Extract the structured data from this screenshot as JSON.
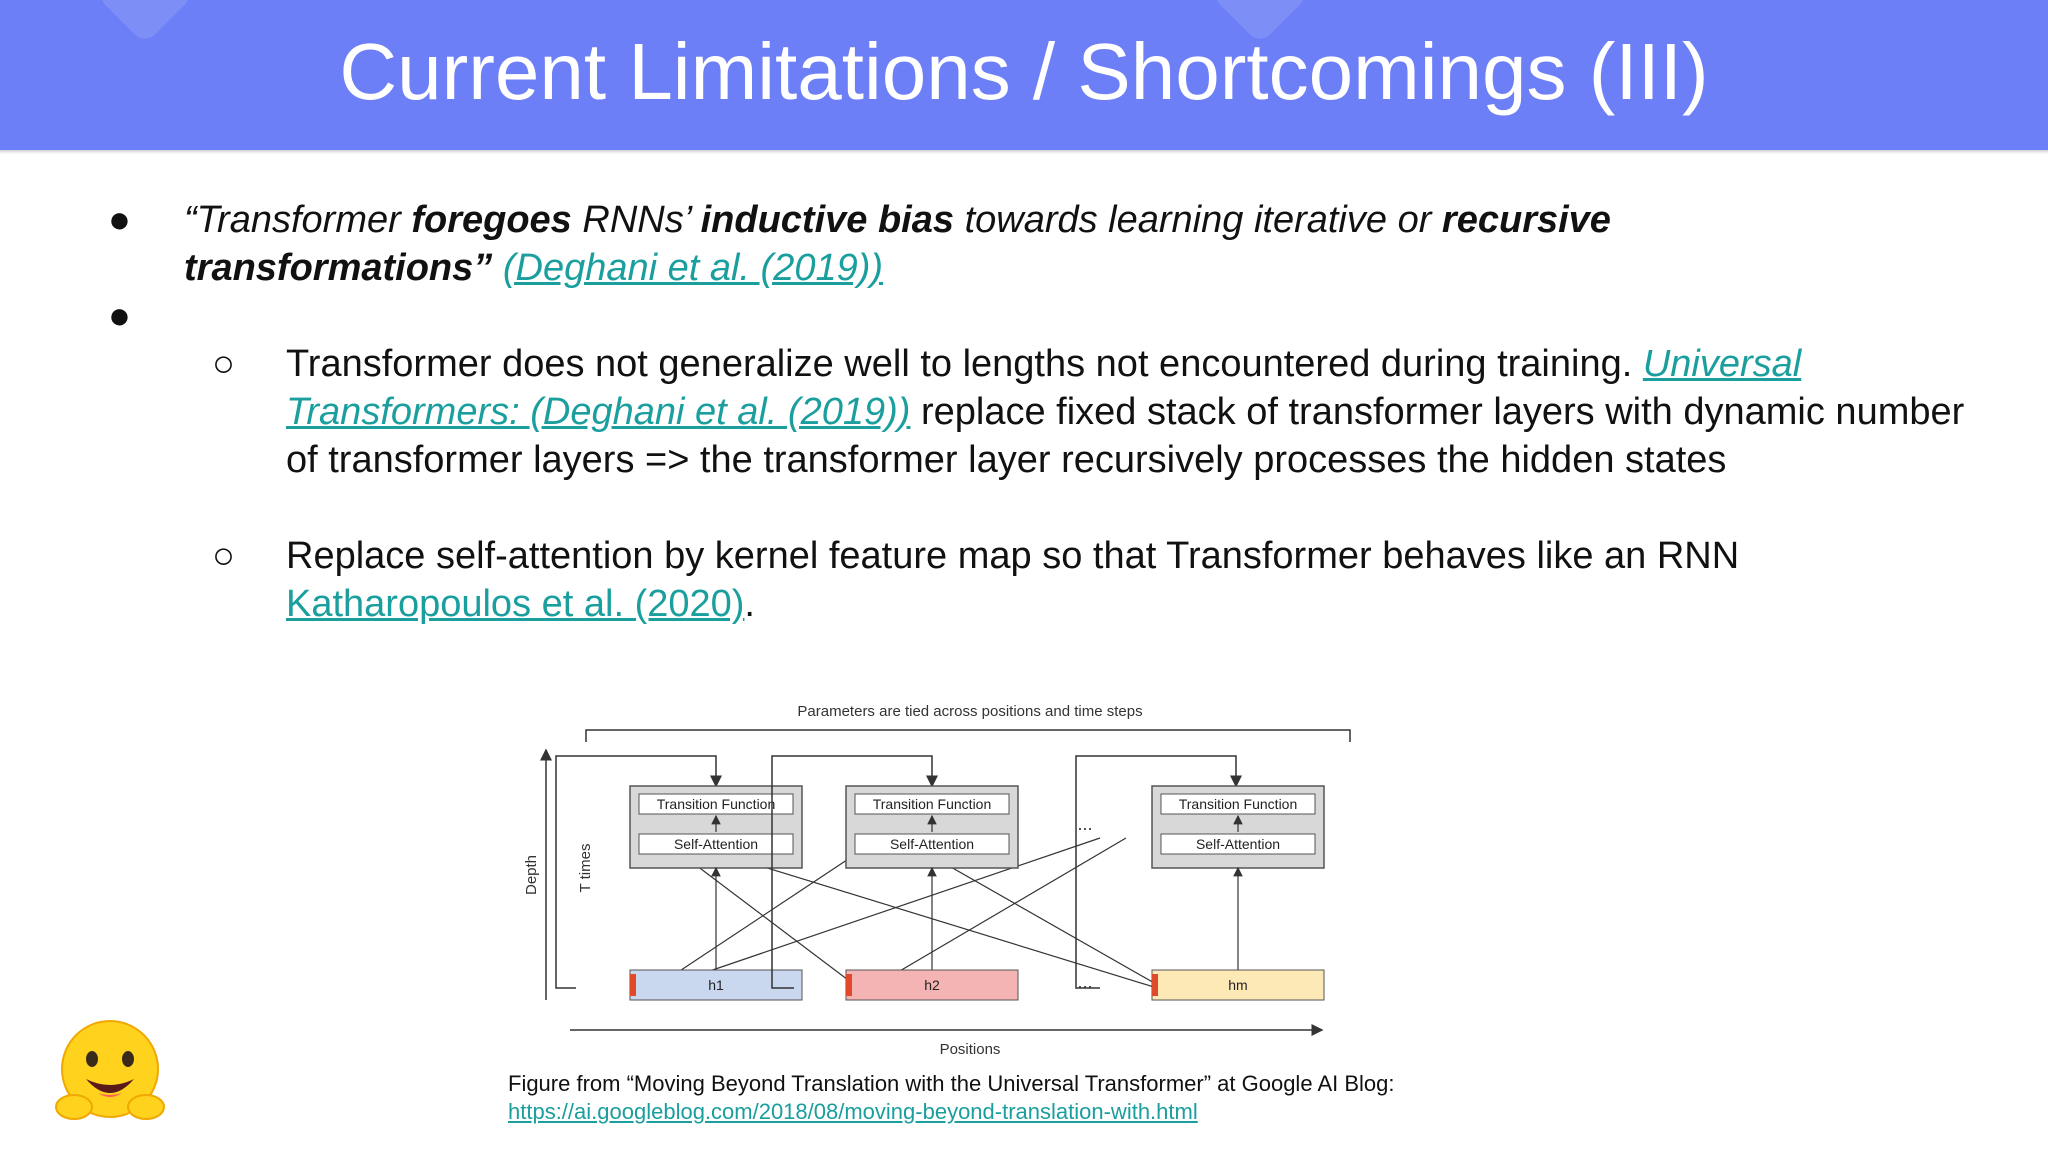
{
  "slide": {
    "title": "Current Limitations / Shortcomings (III)"
  },
  "bullets": {
    "b1": {
      "marker": "●",
      "quote_open": "“Transformer ",
      "w_foregoes": "foregoes",
      "t_rnns": " RNNs’ ",
      "w_bias": "inductive bias",
      "t_towards": " towards learning iterative or ",
      "w_recursive": "recursive transformations”",
      "space": " ",
      "link": "(Deghani et al. (2019))"
    },
    "b2": {
      "marker": "●"
    },
    "sub1": {
      "marker": "○",
      "text_a": "Transformer does not generalize well to lengths not encountered during training. ",
      "link": "Universal Transformers: (Deghani et al. (2019))",
      "text_b": " replace fixed stack of transformer layers with dynamic number of transformer layers => the transformer layer recursively processes the hidden states"
    },
    "sub2": {
      "marker": "○",
      "text_a": "Replace self-attention by kernel feature map so that Transformer behaves like an RNN ",
      "link": "Katharopoulos et al. (2020)",
      "text_b": "."
    }
  },
  "figure": {
    "top_label": "Parameters are tied across positions and time steps",
    "depth_label": "Depth",
    "t_times_label": "T times",
    "positions_label": "Positions",
    "transition_label": "Transition Function",
    "attention_label": "Self-Attention",
    "ellipsis": "...",
    "h_labels": [
      "h1",
      "h2",
      "hm"
    ],
    "h_colors": [
      "#c9d7ef",
      "#f5b4b4",
      "#fde9b6"
    ]
  },
  "caption": {
    "line1": "Figure from “Moving Beyond Translation with the Universal Transformer” at Google AI Blog:",
    "link": "https://ai.googleblog.com/2018/08/moving-beyond-translation-with.html"
  },
  "colors": {
    "header": "#6d7ff6",
    "link": "#1a9e9e"
  },
  "logo": {
    "icon": "hugging-face-emoji-icon"
  }
}
